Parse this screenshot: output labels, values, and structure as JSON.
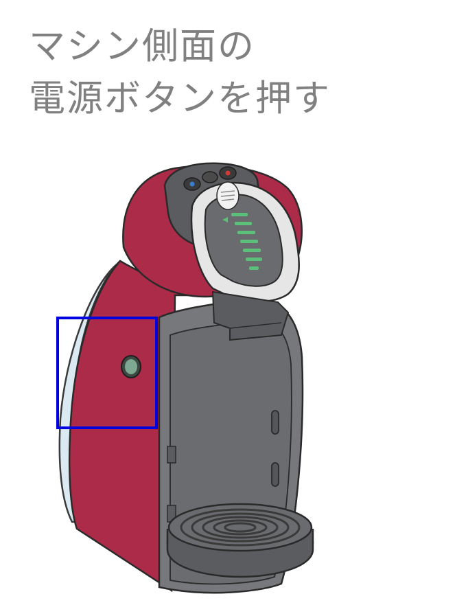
{
  "instruction": {
    "line1": "マシン側面の",
    "line2": "電源ボタンを押す"
  },
  "colors": {
    "title_text": "#808080",
    "body_red": "#ac2b48",
    "body_red_dark": "#8f2038",
    "front_panel": "#77787b",
    "front_panel_dark": "#5b5c5f",
    "side_glass": "#dbeaf2",
    "power_button": "#7fa893",
    "led_green": "#5cc07a",
    "highlight_box": "#0000e0"
  },
  "icons": {
    "machine": "coffee-machine-illustration",
    "button": "power-button-icon",
    "highlight": "highlight-frame"
  }
}
